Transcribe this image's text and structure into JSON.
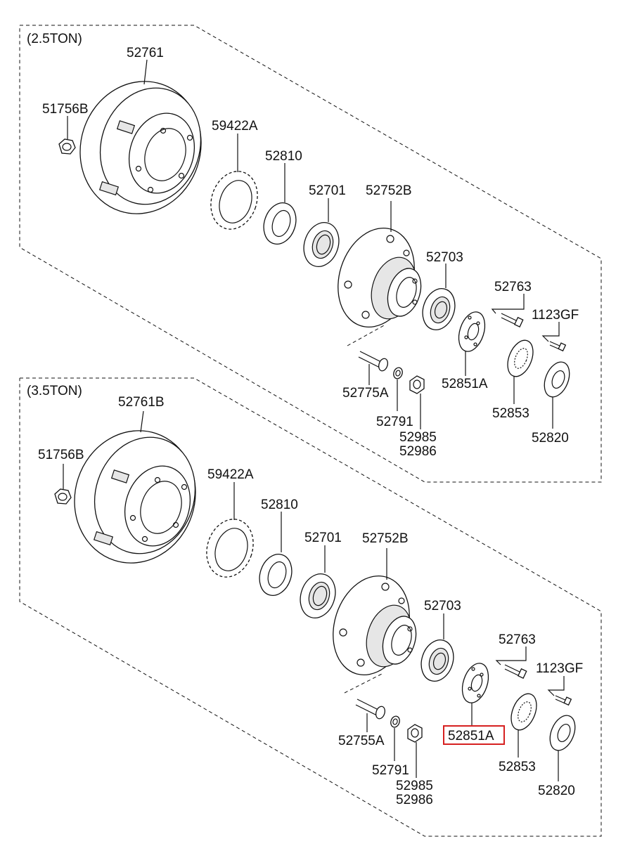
{
  "diagram": {
    "colors": {
      "line": "#111111",
      "highlight": "#d62020",
      "background": "#ffffff"
    },
    "sections": [
      {
        "title": "(2.5TON)",
        "labels": {
          "drum": "52761",
          "nut": "51756B",
          "tone_wheel": "59422A",
          "seal": "52810",
          "bearing_outer": "52701",
          "hub": "52752B",
          "bearing_inner": "52703",
          "bolt": "52763",
          "screw": "1123GF",
          "stud": "52775A",
          "washer": "52791",
          "wheel_nut_a": "52985",
          "wheel_nut_b": "52986",
          "plate": "52851A",
          "lock_plate": "52853",
          "seal_inner": "52820"
        }
      },
      {
        "title": "(3.5TON)",
        "labels": {
          "drum": "52761B",
          "nut": "51756B",
          "tone_wheel": "59422A",
          "seal": "52810",
          "bearing_outer": "52701",
          "hub": "52752B",
          "bearing_inner": "52703",
          "bolt": "52763",
          "screw": "1123GF",
          "stud": "52755A",
          "washer": "52791",
          "wheel_nut_a": "52985",
          "wheel_nut_b": "52986",
          "plate": "52851A",
          "lock_plate": "52853",
          "seal_inner": "52820"
        }
      }
    ],
    "highlighted_part": "52851A"
  }
}
